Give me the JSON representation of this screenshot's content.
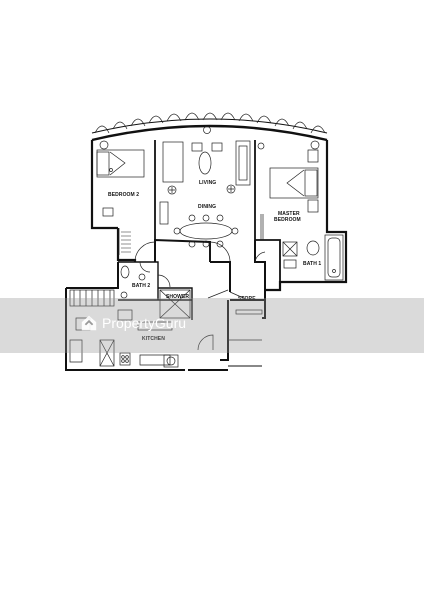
{
  "rooms": {
    "bedroom2": "BEDROOM 2",
    "living": "LIVING",
    "dining": "DINING",
    "master_bedroom_line1": "MASTER",
    "master_bedroom_line2": "BEDROOM",
    "bath1": "BATH 1",
    "bath2": "BATH 2",
    "shower": "SHOWER",
    "store": "STORE",
    "kitchen": "KITCHEN"
  },
  "watermark": {
    "text": "PropertyGuru",
    "icon": "house-logo-icon"
  },
  "colors": {
    "ink": "#111111",
    "band": "#969696"
  }
}
